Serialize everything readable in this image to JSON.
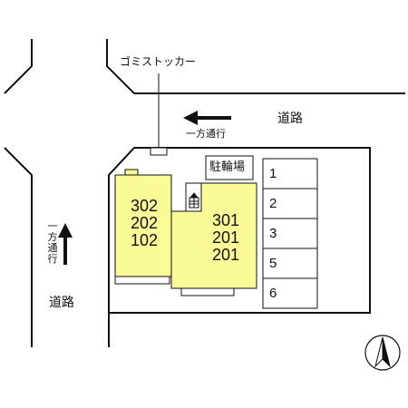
{
  "labels": {
    "garbage_stocker": "ゴミストッカー",
    "road_top": "道路",
    "road_left": "道路",
    "one_way_top": "一方通行",
    "one_way_left": "一方通行",
    "bicycle_parking": "駐輪場"
  },
  "buildings": {
    "left_units": [
      "302",
      "202",
      "102"
    ],
    "right_units": [
      "301",
      "201",
      "201"
    ]
  },
  "parking_spaces": [
    "1",
    "2",
    "3",
    "5",
    "6"
  ],
  "colors": {
    "building_fill": "#fafa96",
    "line": "#111111",
    "background": "#ffffff"
  },
  "icons": {
    "north": "north-arrow-icon",
    "stairs": "stairs-icon"
  }
}
